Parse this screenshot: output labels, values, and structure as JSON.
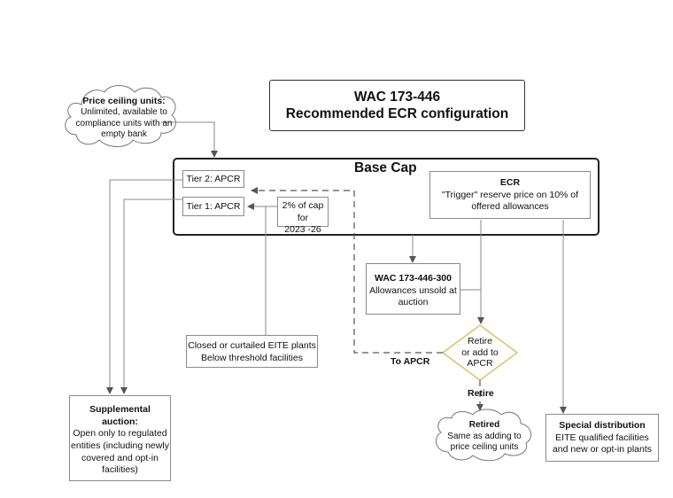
{
  "title": {
    "line1": "WAC 173-446",
    "line2": "Recommended ECR configuration"
  },
  "price_ceiling": {
    "heading": "Price ceiling units:",
    "lines": [
      "Unlimited, available to",
      "compliance units with an",
      "empty bank"
    ]
  },
  "base_cap": {
    "label": "Base Cap"
  },
  "tier2": "Tier 2: APCR",
  "tier1": "Tier 1: APCR",
  "cap_share": {
    "lines": [
      "2% of cap for",
      "2023 -26"
    ]
  },
  "ecr": {
    "heading": "ECR",
    "lines": [
      "\"Trigger\" reserve price on 10% of",
      "offered allowances"
    ]
  },
  "wac300": {
    "heading": "WAC 173-446-300",
    "lines": [
      "Allowances unsold at",
      "auction"
    ]
  },
  "decision": {
    "lines": [
      "Retire",
      "or add to",
      "APCR"
    ]
  },
  "closed": {
    "lines": [
      "Closed or curtailed EITE plants",
      "Below threshold facilities"
    ]
  },
  "to_apcr": "To APCR",
  "retire_label": "Retire",
  "retired": {
    "heading": "Retired",
    "lines": [
      "Same as adding to",
      "price ceiling units"
    ]
  },
  "supplemental": {
    "heading_lines": [
      "Supplemental",
      "auction:"
    ],
    "lines": [
      "Open only to regulated",
      "entities (including newly",
      "covered and opt-in",
      "facilities)"
    ]
  },
  "special": {
    "heading": "Special distribution",
    "lines": [
      "EITE qualified facilities",
      "and new or opt-in plants"
    ]
  },
  "colors": {
    "line": "#8a8a8a",
    "diamond": "#d9b84a",
    "text": "#111111"
  }
}
